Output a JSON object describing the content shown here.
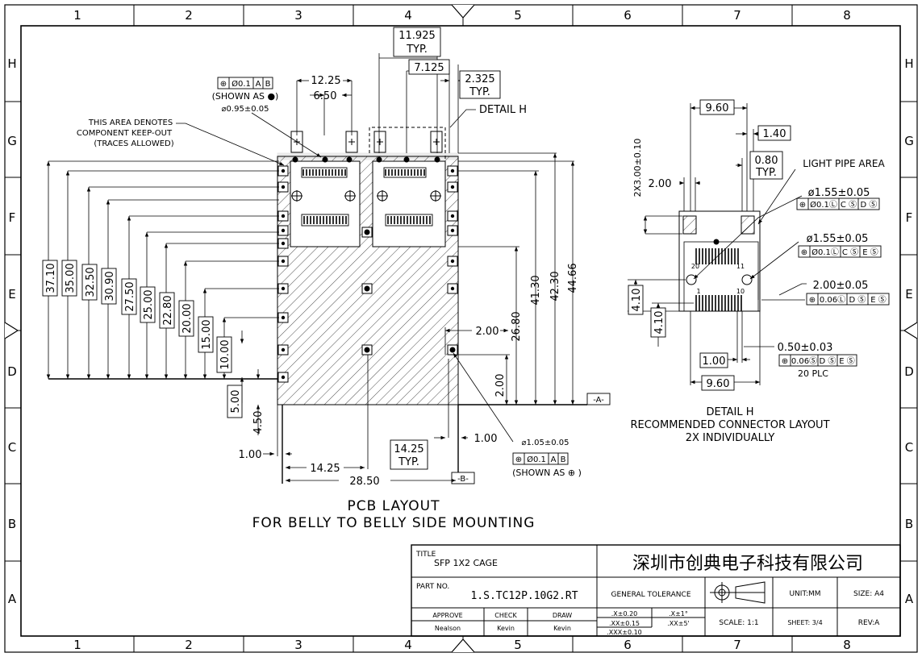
{
  "frame": {
    "col_labels": [
      "1",
      "2",
      "3",
      "4",
      "5",
      "6",
      "7",
      "8"
    ],
    "row_labels": [
      "H",
      "G",
      "F",
      "E",
      "D",
      "C",
      "B",
      "A"
    ]
  },
  "pcb": {
    "title_line1": "PCB LAYOUT",
    "title_line2": "FOR BELLY TO BELLY SIDE MOUNTING",
    "keepout_note": [
      "THIS AREA DENOTES",
      "COMPONENT KEEP-OUT",
      "(TRACES ALLOWED)"
    ],
    "fcf_top": [
      "Ø0.1",
      "A",
      "B"
    ],
    "fcf_top_note": "(SHOWN AS ●)",
    "hole_small": "⌀0.95±0.05",
    "fcf_bottom": [
      "Ø0.1",
      "A",
      "B"
    ],
    "fcf_bottom_note": "(SHOWN AS ⊕ )",
    "hole_large": "⌀1.05±0.05",
    "datum_a": "-A-",
    "datum_b": "-B-",
    "detail_h_label": "DETAIL H",
    "dims_top": {
      "d11925": "11.925",
      "typ": "TYP.",
      "d7125": "7.125",
      "d2325": "2.325",
      "d1225": "12.25",
      "d650": "6.50"
    },
    "dims_left": [
      "37.10",
      "35.00",
      "32.50",
      "30.90",
      "27.50",
      "25.00",
      "22.80",
      "20.00",
      "15.00",
      "10.00",
      "5.00"
    ],
    "dims_right": [
      "41.30",
      "42.30",
      "44.66",
      "26.80"
    ],
    "dims_misc": {
      "d200a": "2.00",
      "d200b": "2.00",
      "d450": "4.50",
      "d100a": "1.00",
      "d100b": "1.00",
      "d1425": "14.25",
      "d1425typ": "14.25",
      "d2850": "28.50"
    }
  },
  "detail": {
    "caption": [
      "DETAIL H",
      "RECOMMENDED CONNECTOR LAYOUT",
      "2X INDIVIDUALLY"
    ],
    "light_pipe": "LIGHT PIPE AREA",
    "d960a": "9.60",
    "d960b": "9.60",
    "d140": "1.40",
    "d080": "0.80",
    "typ": "TYP.",
    "d2x300": "2X3.00±0.10",
    "d200": "2.00",
    "hole1": "ø1.55±0.05",
    "hole1_fcf": [
      "Ø0.1Ⓛ",
      "C Ⓢ",
      "D Ⓢ"
    ],
    "hole2": "ø1.55±0.05",
    "hole2_fcf": [
      "Ø0.1Ⓛ",
      "C Ⓢ",
      "E Ⓢ"
    ],
    "d200b": "2.00±0.05",
    "d200b_fcf": [
      "0.06Ⓛ",
      "D Ⓢ",
      "E Ⓢ"
    ],
    "d050": "0.50±0.03",
    "d050_fcf": [
      "0.06Ⓢ",
      "D Ⓢ",
      "E Ⓢ"
    ],
    "plc": "20 PLC",
    "d410a": "4.10",
    "d410b": "4.10",
    "d100": "1.00",
    "pins": [
      "20",
      "11",
      "1",
      "10"
    ]
  },
  "titleblock": {
    "title_label": "TITLE",
    "title": "SFP 1X2 CAGE",
    "company": "深圳市创典电子科技有限公司",
    "part_label": "PART NO.",
    "part_no": "1.S.TC12P.10G2.RT",
    "general_tolerance": "GENERAL TOLERANCE",
    "unit": "UNIT:MM",
    "size": "SIZE: A4",
    "scale": "SCALE: 1:1",
    "sheet": "SHEET: 3/4",
    "rev": "REV:A",
    "approve": "APPROVE",
    "check": "CHECK",
    "draw": "DRAW",
    "approver": "Nealson",
    "checker": "Kevin",
    "drawer": "Kevin",
    "tol": [
      ".X±0.20",
      ".X±1°",
      ".XX±0.15",
      ".XX±5'",
      ".XXX±0.10"
    ]
  }
}
